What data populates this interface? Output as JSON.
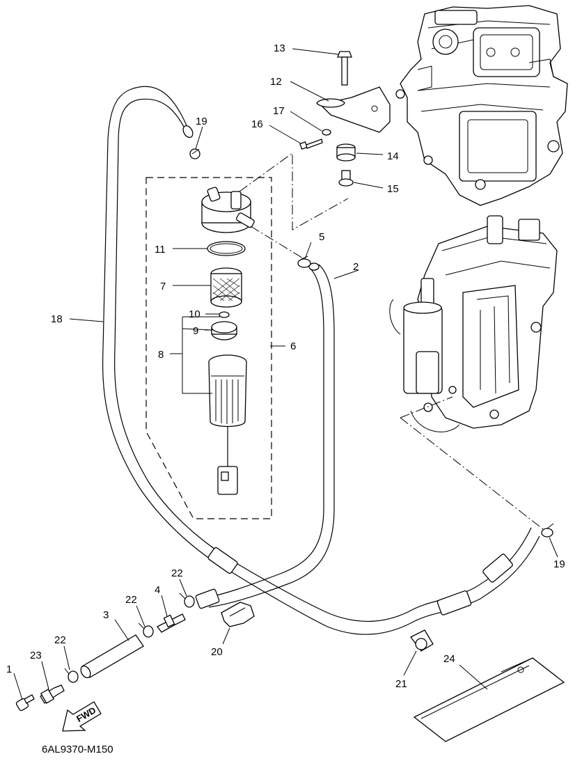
{
  "diagram": {
    "drawing_code": "6AL9370-M150",
    "direction_label": "FWD",
    "callouts": [
      "1",
      "2",
      "3",
      "4",
      "5",
      "6",
      "7",
      "8",
      "9",
      "10",
      "11",
      "12",
      "13",
      "14",
      "15",
      "16",
      "17",
      "18",
      "19",
      "19",
      "20",
      "21",
      "22",
      "22",
      "22",
      "23",
      "24"
    ]
  }
}
